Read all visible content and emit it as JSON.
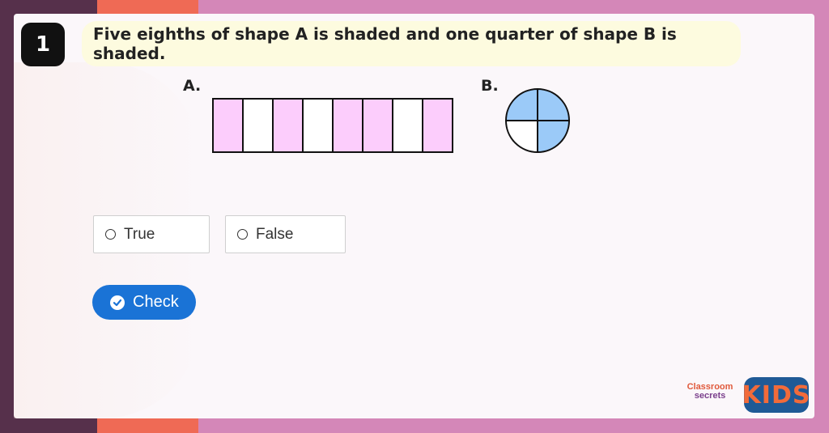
{
  "question": {
    "number": "1",
    "text": "Five eighths of shape A is shaded and one quarter of shape B is shaded."
  },
  "shape_a": {
    "label": "A.",
    "segments": 8,
    "shaded_pattern": [
      true,
      false,
      true,
      false,
      true,
      true,
      false,
      true
    ],
    "shade_color": "#fccdfc"
  },
  "shape_b": {
    "label": "B.",
    "quarters": 4,
    "shaded_pattern": [
      true,
      true,
      true,
      false
    ],
    "shade_color": "#9bcaf8"
  },
  "options": [
    {
      "label": "True"
    },
    {
      "label": "False"
    }
  ],
  "check_button": {
    "label": "Check",
    "color": "#1a73d6"
  },
  "logo": {
    "line1": "Classroom",
    "line2": "secrets",
    "kids": "KIDS"
  }
}
